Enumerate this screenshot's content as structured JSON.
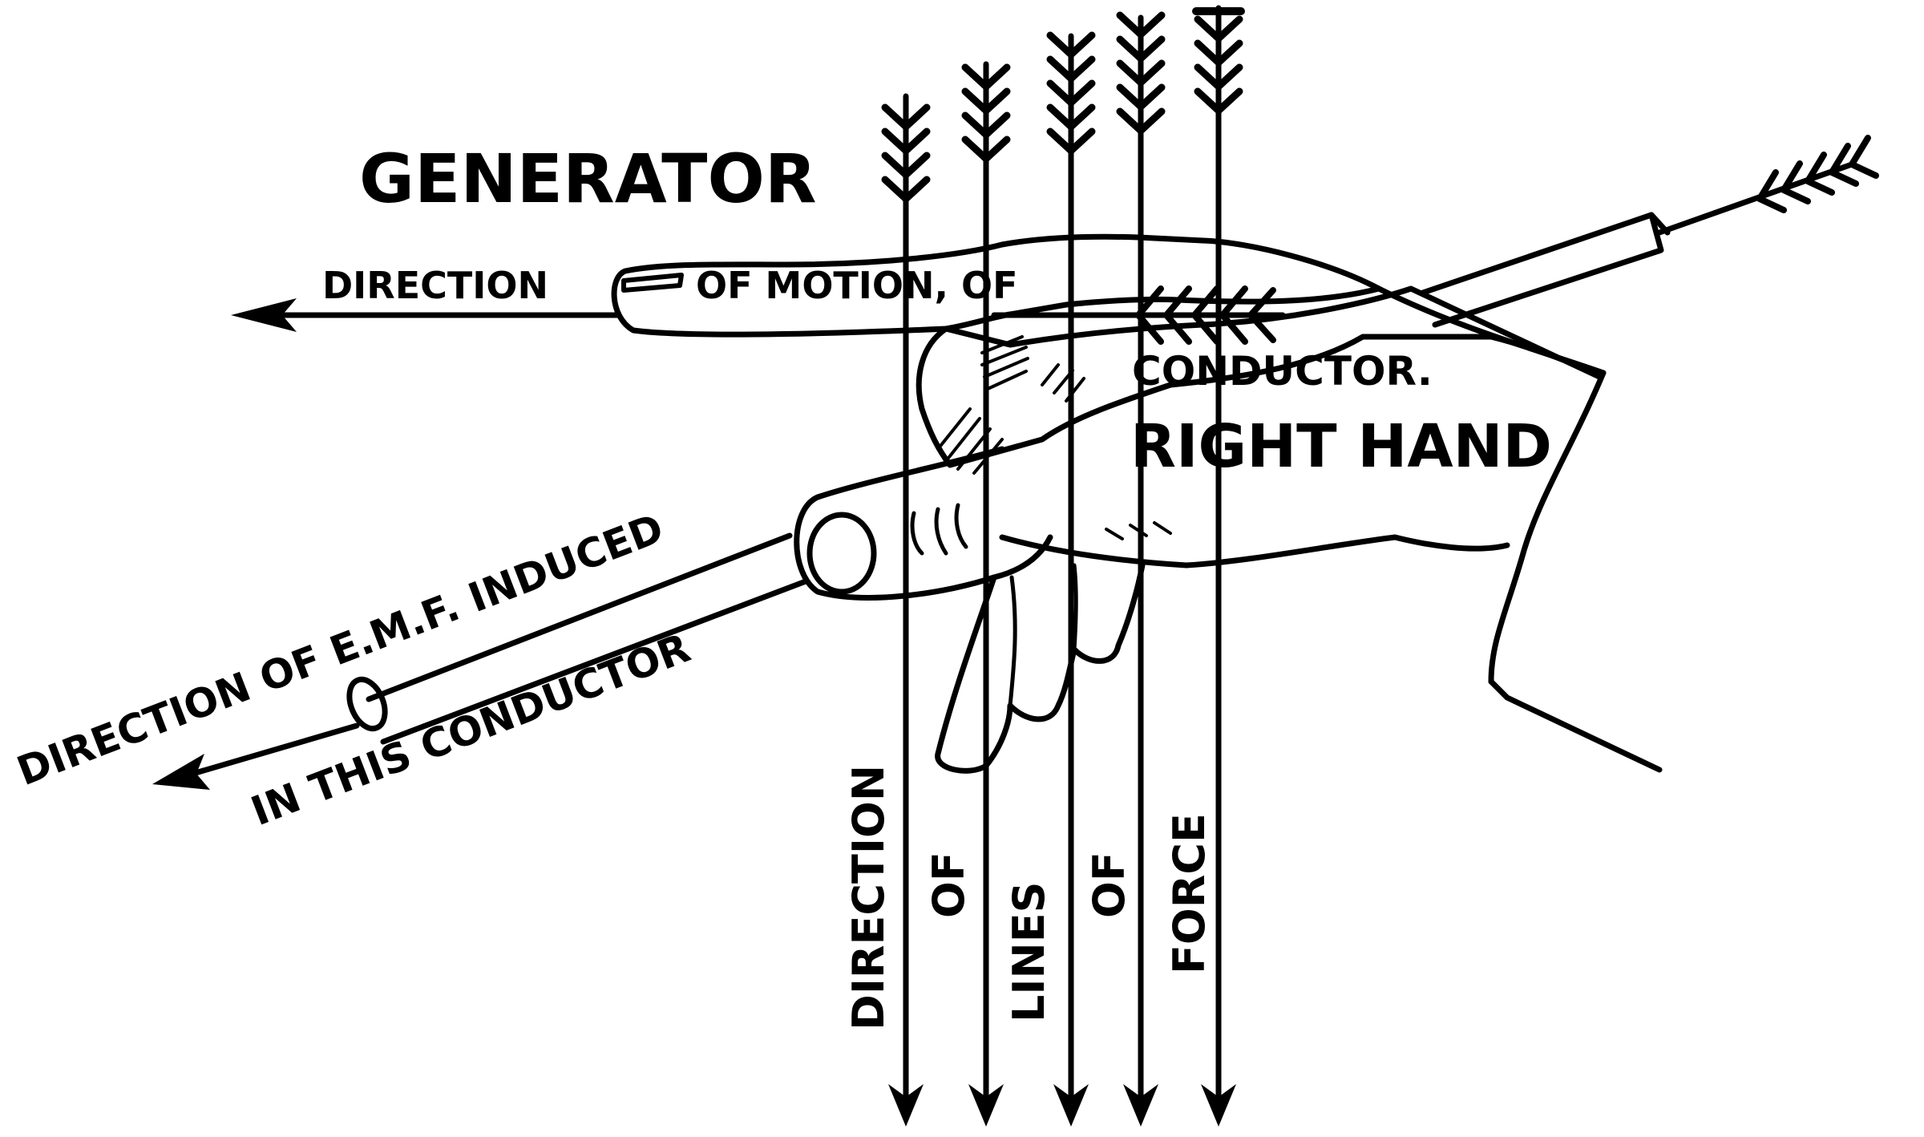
{
  "diagram": {
    "title": "GENERATOR",
    "hand_label": "RIGHT HAND",
    "motion_label": {
      "part1": "DIRECTION",
      "part2": "OF MOTION, OF",
      "part3": "CONDUCTOR."
    },
    "emf_label": {
      "line1": "DIRECTION OF E.M.F. INDUCED",
      "line2": "IN THIS CONDUCTOR"
    },
    "force_label": {
      "word1": "DIRECTION",
      "word2": "OF",
      "word3": "LINES",
      "word4": "OF",
      "word5": "FORCE"
    }
  },
  "colors": {
    "ink": "#000000",
    "paper": "#ffffff"
  }
}
